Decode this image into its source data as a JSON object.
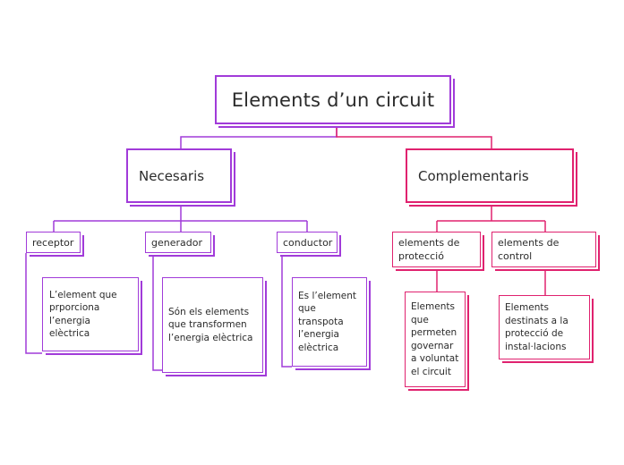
{
  "colors": {
    "purple": "#a13bd9",
    "pink": "#e0226f"
  },
  "root": {
    "title": "Elements d’un circuit"
  },
  "necesaris": {
    "title": "Necesaris",
    "receptor": {
      "label": "receptor",
      "description": "L’element que prporciona l’energia elèctrica"
    },
    "generador": {
      "label": "generador",
      "description": "Són els elements que transformen l’energia elèctrica"
    },
    "conductor": {
      "label": "conductor",
      "description": "Es l’element que transpota l’energia elèctrica"
    }
  },
  "complementaris": {
    "title": "Complementaris",
    "proteccio": {
      "label": "elements de protecció",
      "description": "Elements que permeten governar a voluntat el circuit"
    },
    "control": {
      "label": "elements de control",
      "description": "Elements destinats a la protecció de instal·lacions"
    }
  }
}
